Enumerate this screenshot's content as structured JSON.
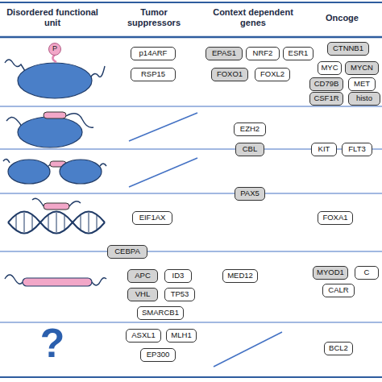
{
  "diagram": {
    "nodes": [
      {
        "text": [
          "P"
        ]
      },
      {
        "text": [
          "p14ARF"
        ]
      },
      {
        "text": [
          "RSP15"
        ]
      },
      {
        "text": [
          "EPAS1"
        ]
      },
      {
        "text": [
          "NRF2"
        ]
      },
      {
        "text": [
          "ESR1"
        ]
      },
      {
        "text": [
          "CTNNB1"
        ]
      },
      {
        "text": [
          "MYC"
        ]
      },
      {
        "text": [
          "MYCN"
        ]
      },
      {
        "text": [
          "FOXO1"
        ]
      },
      {
        "text": [
          "FOXL2"
        ]
      },
      {
        "text": [
          "CD79B"
        ]
      },
      {
        "text": [
          "MET"
        ]
      },
      {
        "text": [
          "CSF1R"
        ]
      },
      {
        "text": [
          "histo"
        ]
      },
      {
        "text": [
          "EZH2"
        ]
      },
      {
        "text": [
          "CBL"
        ]
      },
      {
        "text": [
          "KIT"
        ]
      },
      {
        "text": [
          "FLT3"
        ]
      },
      {
        "text": [
          "PAX5"
        ]
      },
      {
        "text": [
          "EIF1AX"
        ]
      },
      {
        "text": [
          "FOXA1"
        ]
      },
      {
        "text": [
          "CEBPA"
        ]
      },
      {
        "text": [
          "APC"
        ]
      },
      {
        "text": [
          "ID3"
        ]
      },
      {
        "text": [
          "MED12"
        ]
      },
      {
        "text": [
          "MYOD1"
        ]
      },
      {
        "text": [
          "C"
        ]
      },
      {
        "text": [
          "VHL"
        ]
      },
      {
        "text": [
          "TP53"
        ]
      },
      {
        "text": [
          "CALR"
        ]
      },
      {
        "text": [
          "SMARCB1"
        ]
      },
      {
        "text": [
          "ASXL1"
        ]
      },
      {
        "text": [
          "MLH1"
        ]
      },
      {
        "text": [
          "BCL2"
        ]
      },
      {
        "text": [
          "EP300"
        ]
      }
    ],
    "labels": [
      "Disordered functional unit",
      "Tumor suppressors",
      "Context dependent genes",
      "Oncoge",
      "?"
    ]
  }
}
